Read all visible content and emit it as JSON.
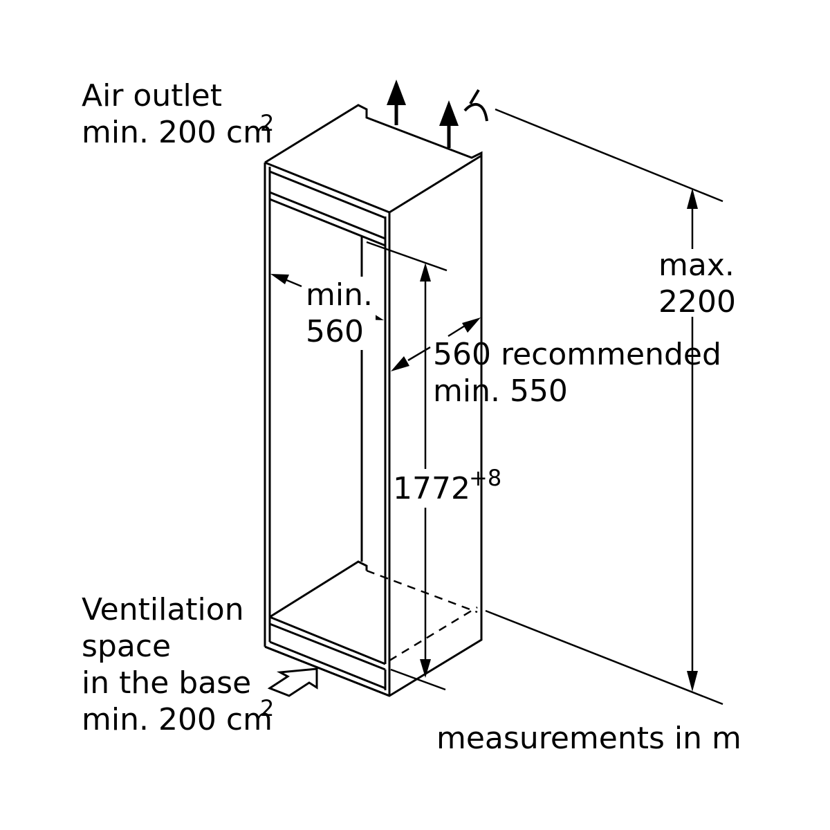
{
  "labels": {
    "air_outlet_line1": "Air outlet",
    "air_outlet_line2": "min. 200 cm",
    "air_outlet_sup": "2",
    "niche_width_line1": "min.",
    "niche_width_line2": "560",
    "niche_depth_line1": "560 recommended",
    "niche_depth_line2": "min. 550",
    "niche_height_value": "1772",
    "niche_height_tolerance": "+8",
    "max_height_line1": "max.",
    "max_height_line2": "2200",
    "ventilation_line1": "Ventilation",
    "ventilation_line2": "space",
    "ventilation_line3": "in the base",
    "ventilation_line4": "min. 200 cm",
    "ventilation_sup": "2",
    "units_note": "measurements in m"
  }
}
